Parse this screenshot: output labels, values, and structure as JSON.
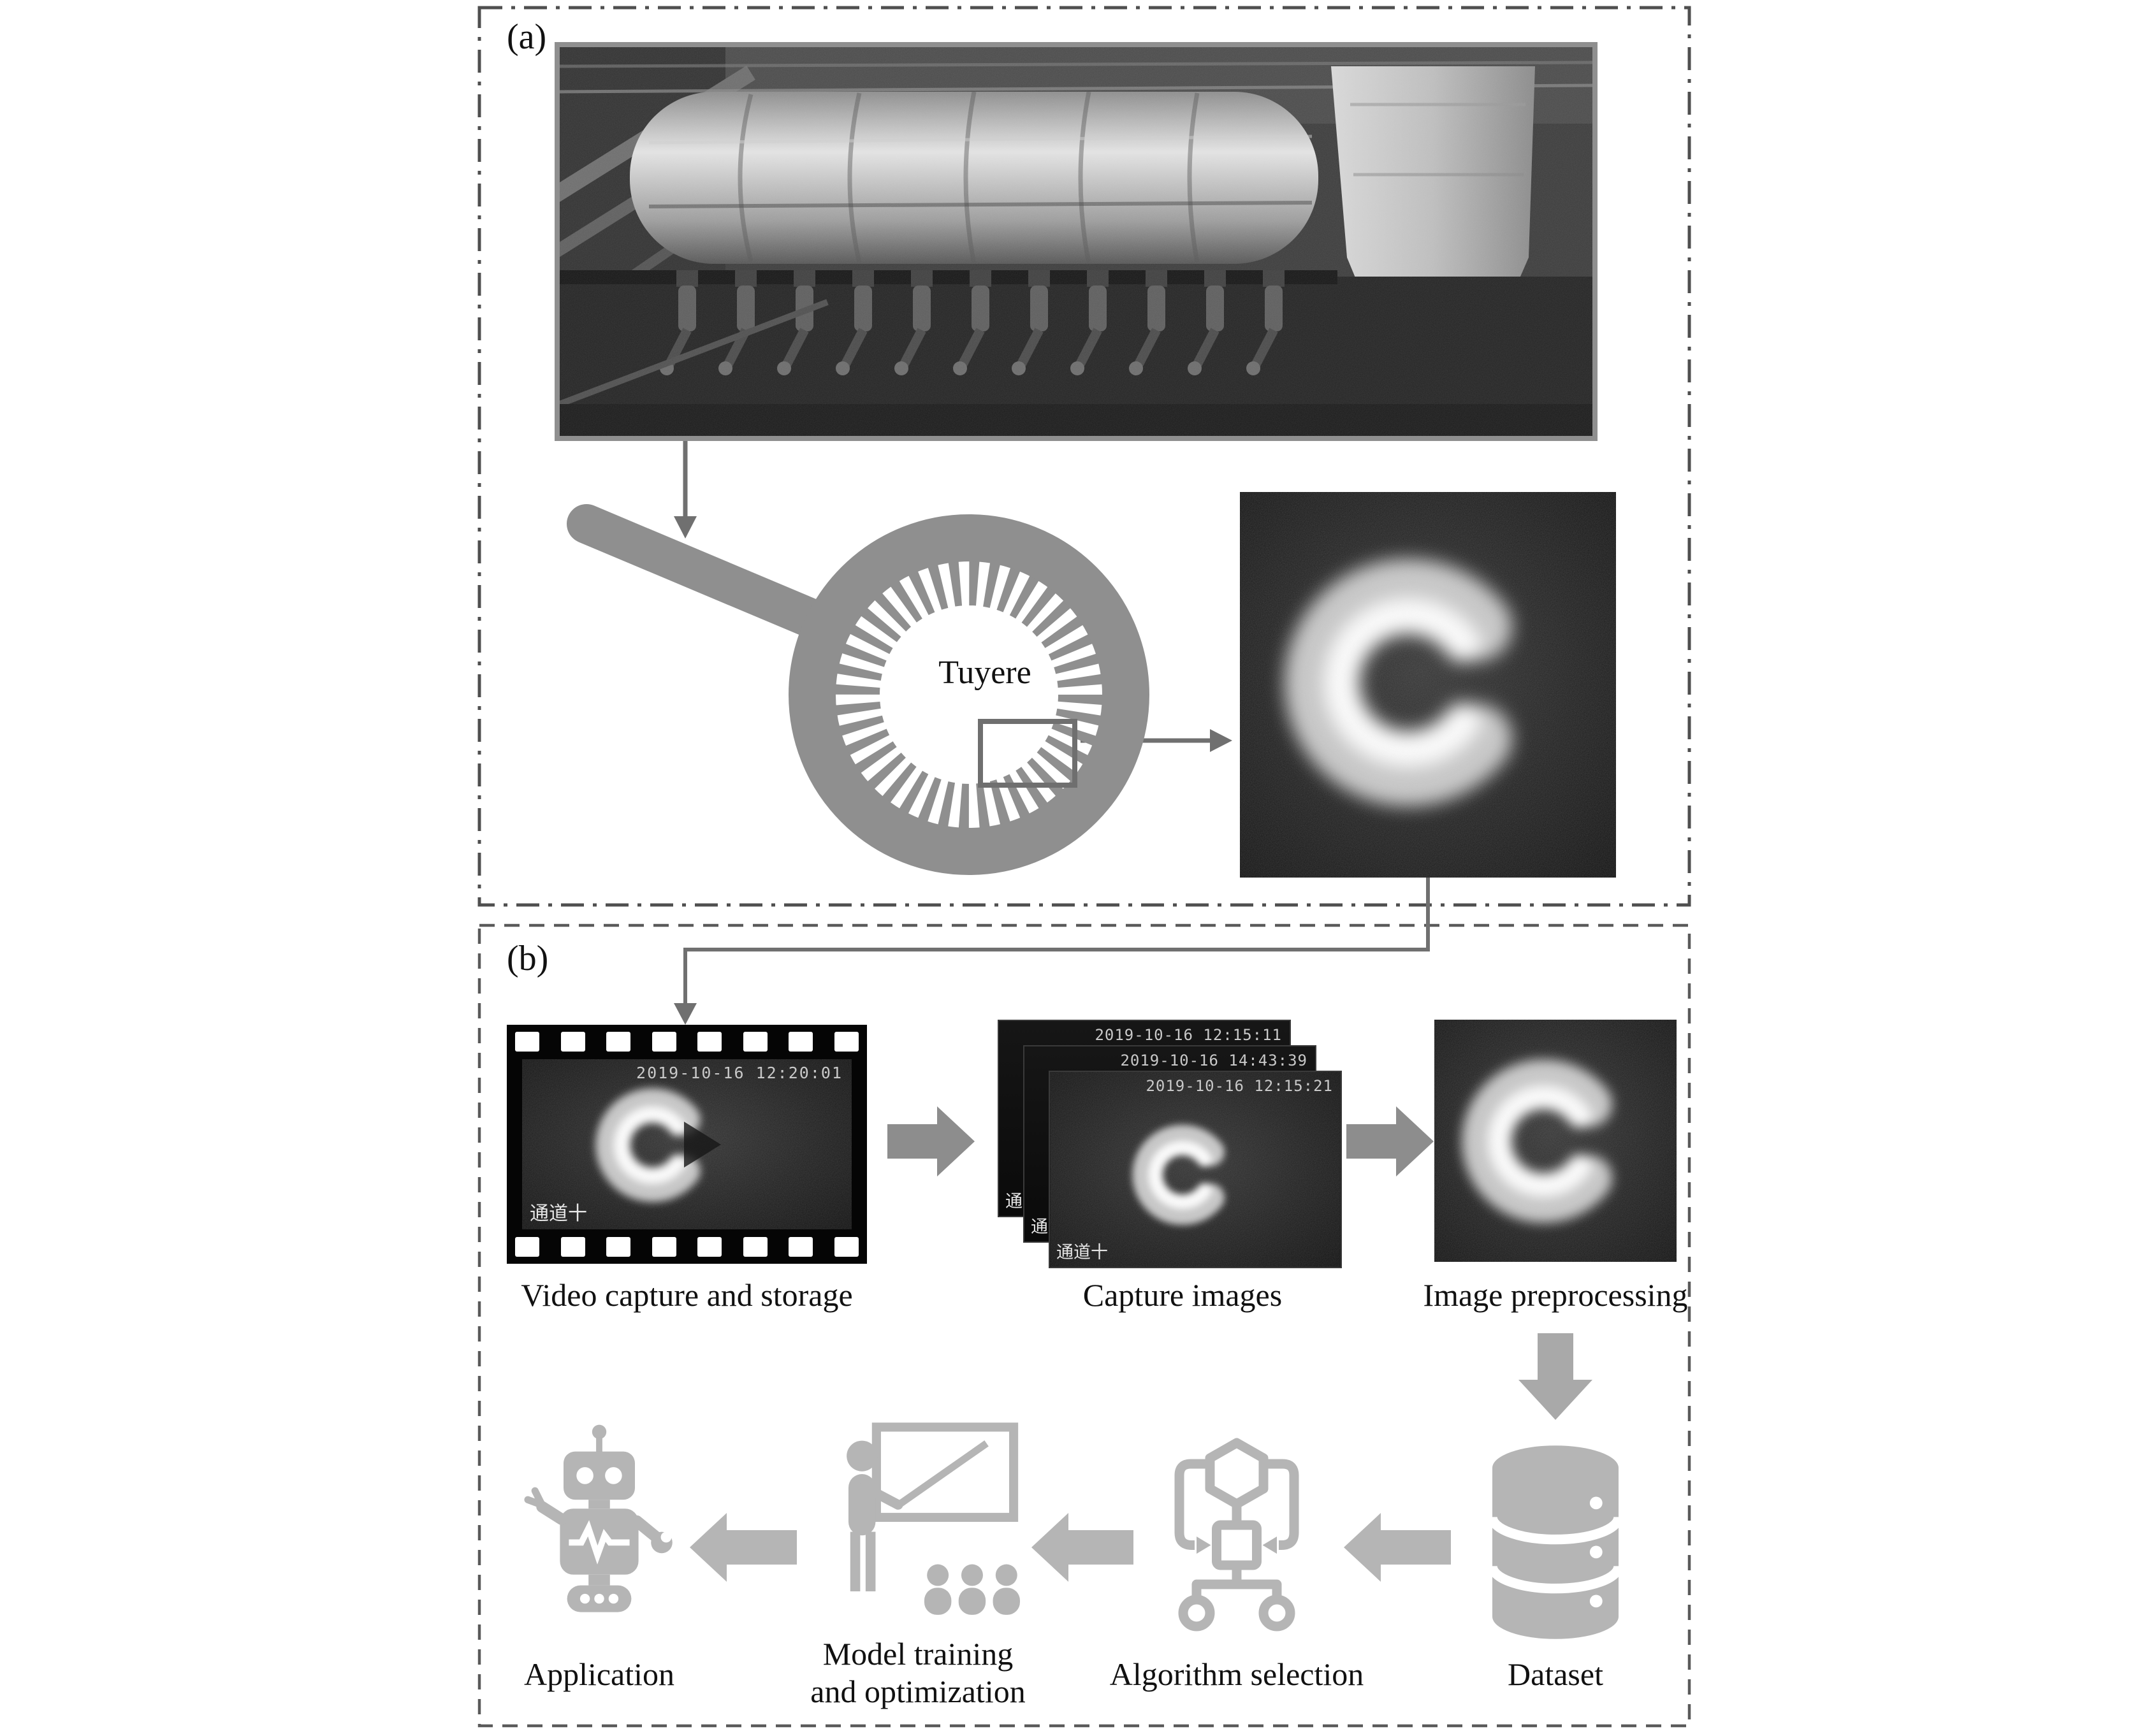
{
  "figure": {
    "panel_a": {
      "label": "(a)",
      "tuyere_label": "Tuyere"
    },
    "panel_b": {
      "label": "(b)",
      "film_strip": {
        "timestamp": "2019-10-16 12:20:01",
        "channel_label": "通道十"
      },
      "capture_frames": [
        {
          "timestamp": "2019-10-16 12:15:11",
          "channel_label": "通道"
        },
        {
          "timestamp": "2019-10-16 14:43:39",
          "channel_label": "通道"
        },
        {
          "timestamp": "2019-10-16 12:15:21",
          "channel_label": "通道十"
        }
      ],
      "captions": {
        "video_capture": "Video capture and storage",
        "capture_images": "Capture images",
        "image_preprocessing": "Image preprocessing",
        "dataset": "Dataset",
        "algorithm_selection": "Algorithm selection",
        "model_training_line1": "Model training",
        "model_training_line2": "and optimization",
        "application": "Application"
      }
    },
    "colors": {
      "panel_border": "#555555",
      "thin_arrow": "#707070",
      "block_arrow_dark": "#8d8d8d",
      "block_arrow_light": "#b5b5b5",
      "schematic_gray": "#8f8f8f",
      "icon_gray": "#b5b5b5"
    }
  }
}
